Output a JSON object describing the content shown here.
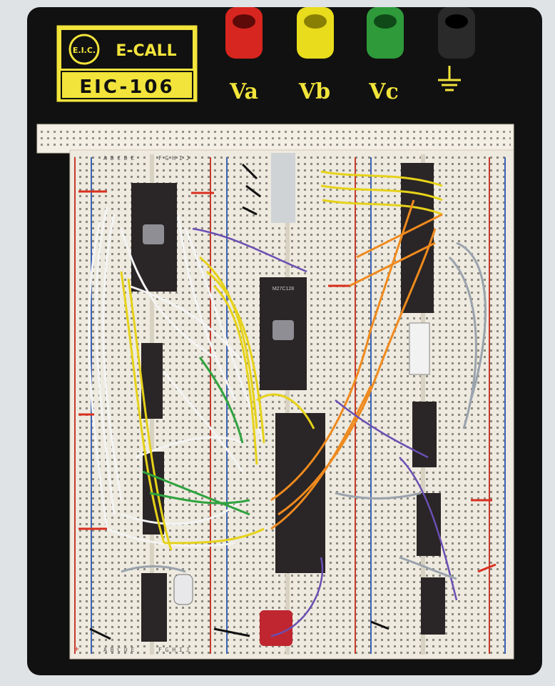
{
  "board": {
    "logo_circle_text": "E.I.C.",
    "brand": "E-CALL",
    "model": "EIC-106",
    "column_letters_left": "A B C D E",
    "column_letters_right": "F G H I J",
    "rail_plus": "+",
    "rail_minus": "-"
  },
  "terminals": [
    {
      "label": "Va",
      "color": "#d7261f"
    },
    {
      "label": "Vb",
      "color": "#e8dc1c"
    },
    {
      "label": "Vc",
      "color": "#2e9a3a"
    },
    {
      "label": "",
      "color": "#1a1a1a",
      "icon": "ground-icon"
    }
  ],
  "chips": [
    {
      "marking": ""
    },
    {
      "marking": "M27C128"
    },
    {
      "marking": ""
    }
  ],
  "colors": {
    "board": "#111111",
    "badge": "#f2e43a",
    "breadboard": "#eeeadf",
    "wire_white": "#f4f4f4",
    "wire_yellow": "#e6d21a",
    "wire_green": "#2fa33f",
    "wire_orange": "#ef8a1e",
    "wire_purple": "#6a4fb3",
    "wire_gray": "#9aa3ad"
  }
}
